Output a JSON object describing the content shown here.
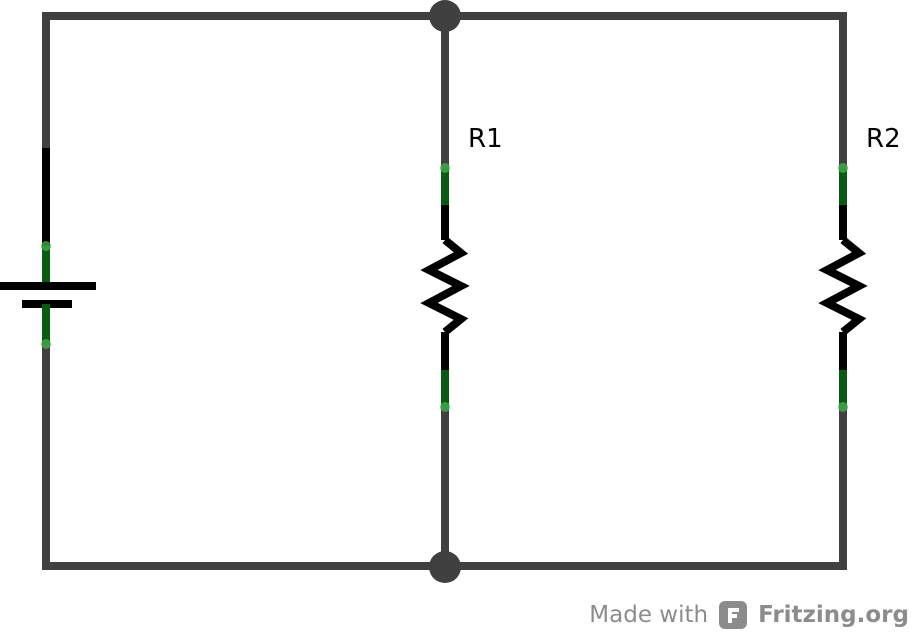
{
  "diagram": {
    "type": "parallel-resistor-circuit",
    "components": [
      {
        "id": "battery",
        "icon": "battery-icon"
      },
      {
        "id": "r1",
        "label": "R1",
        "icon": "resistor-icon"
      },
      {
        "id": "r2",
        "label": "R2",
        "icon": "resistor-icon"
      }
    ],
    "colors": {
      "wire": "#404040",
      "lead": "#000000",
      "connector": "#0b5a14",
      "connector_end": "#46b34f",
      "credit_text": "#8c8c8c"
    }
  },
  "footer": {
    "prefix": "Made with",
    "brand": "Fritzing.org",
    "logo_icon": "fritzing-logo-icon"
  }
}
